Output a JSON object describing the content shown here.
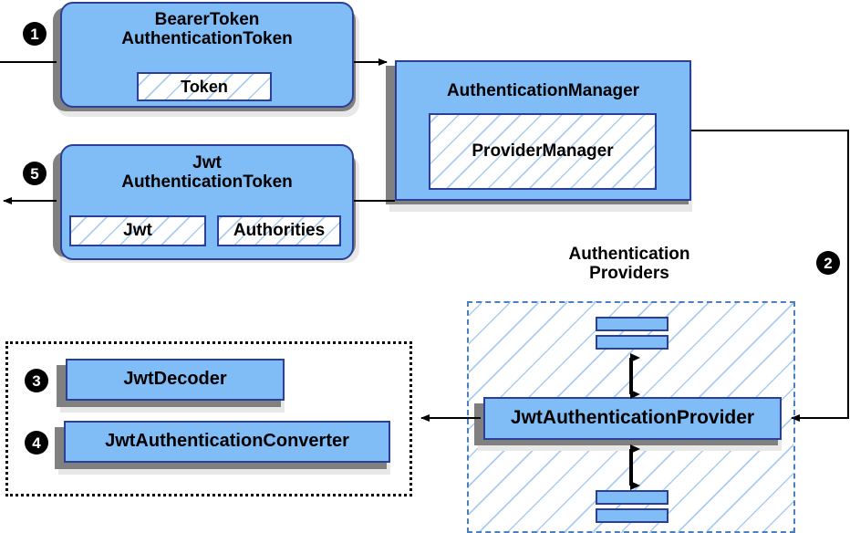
{
  "diagram": {
    "title": "Spring Security JWT Bearer Token Authentication Flow",
    "colors": {
      "box_fill": "#80bdf7",
      "box_border": "#2b3f96",
      "hatch_line": "#a8cdf0",
      "shadow_dark": "#808080",
      "shadow_light": "#e8e8e8",
      "badge_fill": "#000000",
      "badge_text": "#ffffff",
      "connector": "#000000",
      "providers_border": "#4a7fc1"
    }
  },
  "badges": {
    "one": "1",
    "two": "2",
    "three": "3",
    "four": "4",
    "five": "5"
  },
  "nodes": {
    "bearer_token": {
      "line1": "BearerToken",
      "line2": "AuthenticationToken",
      "inner": "Token"
    },
    "jwt_token": {
      "line1": "Jwt",
      "line2": "AuthenticationToken",
      "inner_left": "Jwt",
      "inner_right": "Authorities"
    },
    "authentication_manager": {
      "title": "AuthenticationManager",
      "inner": "ProviderManager"
    },
    "authentication_providers": {
      "caption_line1": "Authentication",
      "caption_line2": "Providers",
      "provider": "JwtAuthenticationProvider"
    },
    "support_components": {
      "decoder": "JwtDecoder",
      "converter": "JwtAuthenticationConverter"
    }
  }
}
